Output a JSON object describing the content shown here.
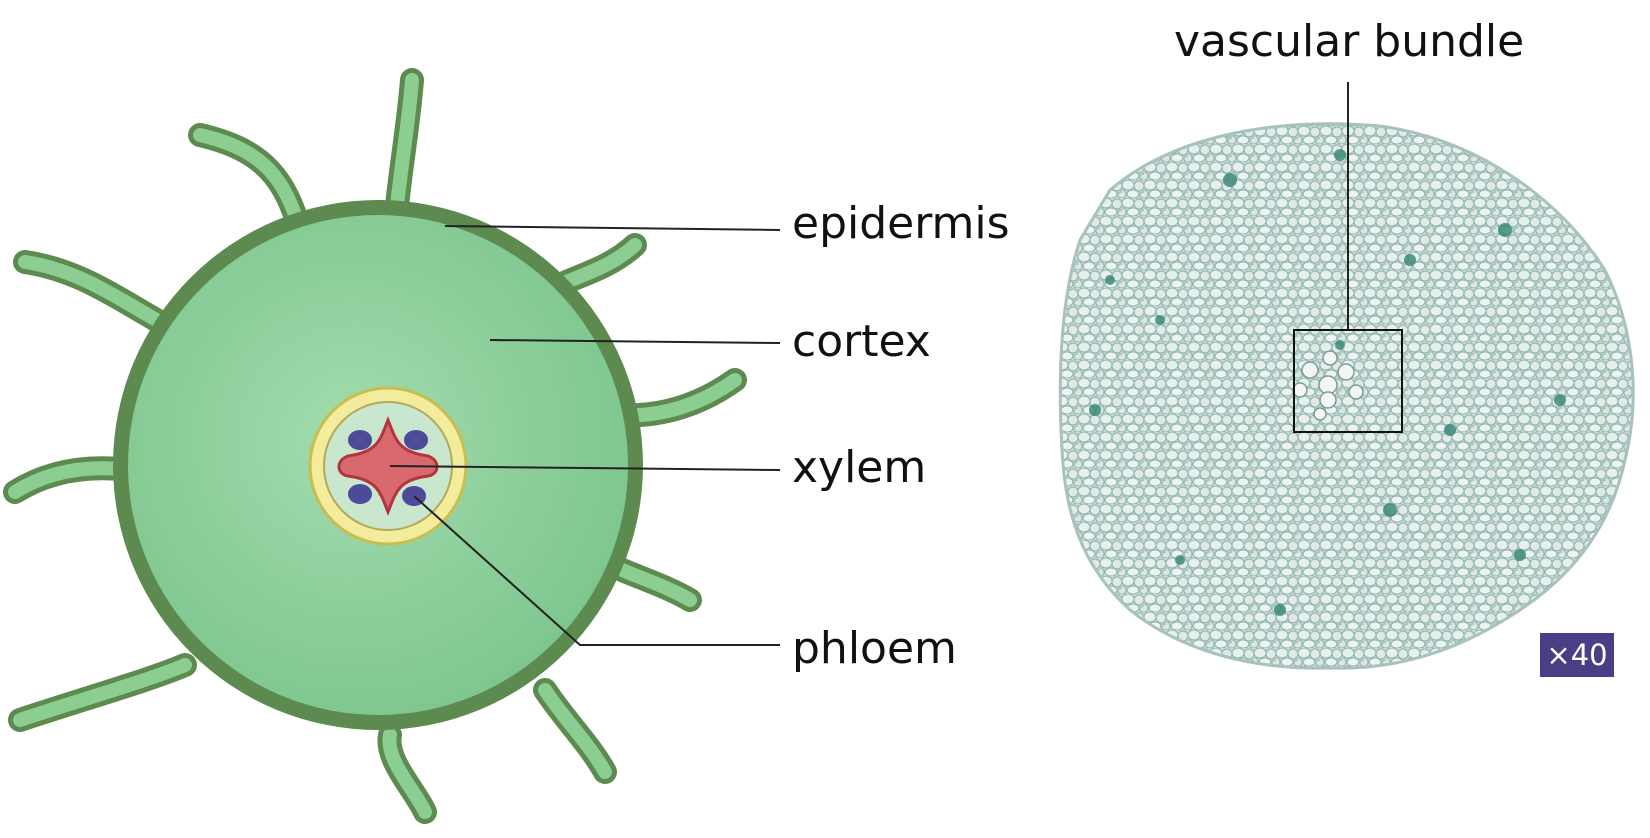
{
  "labels": {
    "epidermis": "epidermis",
    "cortex": "cortex",
    "xylem": "xylem",
    "phloem": "phloem",
    "vascular_bundle": "vascular bundle"
  },
  "magnification": "×40",
  "colors": {
    "epidermis": "#5d8a4e",
    "cortex": "#8fd29d",
    "endodermis": "#f3ec9d",
    "xylem": "#d9686f",
    "phloem": "#4e4a9a",
    "micrograph": "#b9cfcb",
    "badge": "#4a3f86"
  }
}
